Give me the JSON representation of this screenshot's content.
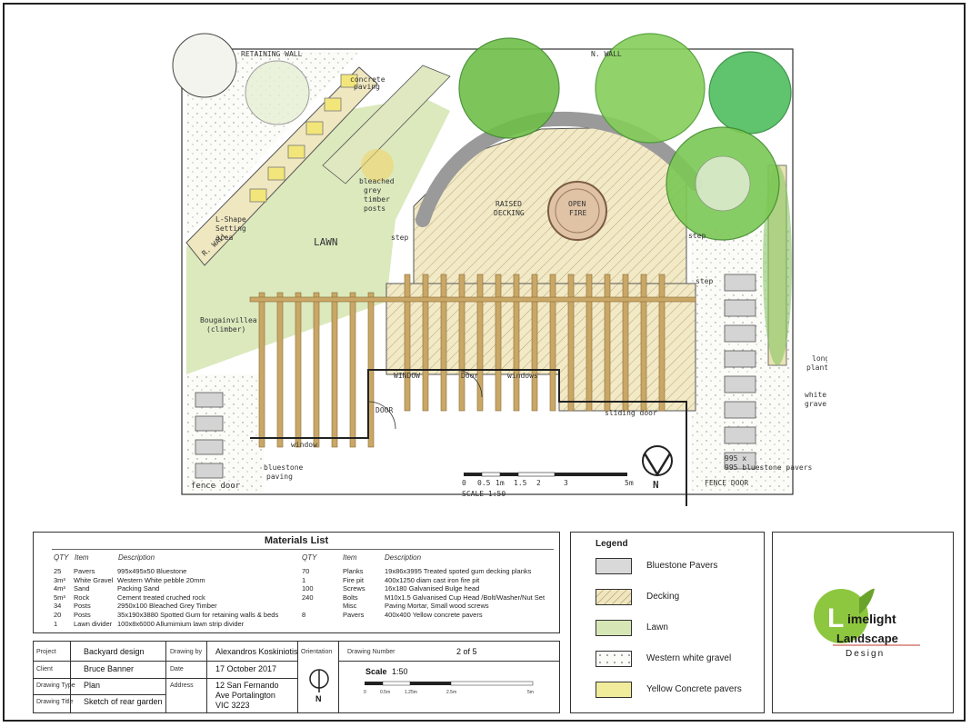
{
  "plan": {
    "labels": {
      "retaining_wall_top": "RETAINING WALL",
      "retaining_wall_diag": "R. WALL",
      "n_wall": "N. WALL",
      "lawn": "LAWN",
      "bleached": "bleached",
      "grey": "grey",
      "timber": "timber",
      "posts": "posts",
      "raised": "RAISED",
      "decking": "DECKING",
      "open": "OPEN",
      "fire": "FIRE",
      "step_left": "step",
      "step_right": "step",
      "step_right2": "step",
      "bougainvillea": "Bougainvillea",
      "climber": "(climber)",
      "window_left": "WINDOW",
      "door_mid": "Door",
      "windows": "windows",
      "door_low": "DOOR",
      "window_low": "window",
      "sliding_door": "sliding door",
      "bluestone": "bluestone",
      "paving": "paving",
      "fence_door_left": "fence door",
      "fence_door_right": "FENCE DOOR",
      "long_planter": "long",
      "planter_box": "planter box",
      "white_gravel_1": "white",
      "white_gravel_2": "gravel",
      "paver_size_1": "995 x",
      "paver_size_2": "995 bluestone pavers",
      "shade_1": "L-Shape",
      "shade_2": "Setting",
      "shade_3": "area",
      "concrete_pavers_1": "concrete",
      "concrete_pavers_2": "paving",
      "scale_ticks": [
        "0",
        "0.5",
        "1m",
        "1.5",
        "2",
        "3",
        "5m"
      ],
      "scale_label": "SCALE 1:50",
      "north": "N"
    }
  },
  "materials": {
    "title": "Materials List",
    "headers": {
      "qty": "QTY",
      "item": "Item",
      "desc": "Description"
    },
    "left": [
      {
        "qty": "25",
        "item": "Pavers",
        "desc": "995x495x50 Bluestone"
      },
      {
        "qty": "3m³",
        "item": "White Gravel",
        "desc": "Western White pebble 20mm"
      },
      {
        "qty": "4m³",
        "item": "Sand",
        "desc": "Packing Sand"
      },
      {
        "qty": "5m³",
        "item": "Rock",
        "desc": "Cement treated cruched rock"
      },
      {
        "qty": "34",
        "item": "Posts",
        "desc": "2950x100 Bleached Grey Timber"
      },
      {
        "qty": "20",
        "item": "Posts",
        "desc": "35x190x3880 Spotted Gum for retaining walls & beds"
      },
      {
        "qty": "1",
        "item": "Lawn divider",
        "desc": "100x8x6000 Allumimium lawn strip divider"
      }
    ],
    "right": [
      {
        "qty": "70",
        "item": "Planks",
        "desc": "19x86x3995  Treated spoted gum decking planks"
      },
      {
        "qty": "1",
        "item": "Fire pit",
        "desc": "400x1250 diam cast iron fire pit"
      },
      {
        "qty": "100",
        "item": "Screws",
        "desc": "16x180 Galvanised Bulge head"
      },
      {
        "qty": "240",
        "item": "Bolts",
        "desc": "M10x1.5 Galvanised Cup Head /Bolt/Washer/Nut Set"
      },
      {
        "qty": "",
        "item": "Misc",
        "desc": "Paving Mortar, Small wood screws"
      },
      {
        "qty": "8",
        "item": "Pavers",
        "desc": "400x400 Yellow concrete pavers"
      }
    ]
  },
  "titleblock": {
    "project_label": "Project",
    "project": "Backyard design",
    "client_label": "Client",
    "client": "Bruce Banner",
    "type_label": "Drawing Type",
    "type": "Plan",
    "title_label": "Drawing Title",
    "title": "Sketch of rear garden",
    "by_label": "Drawing by",
    "by": "Alexandros Koskiniotis",
    "date_label": "Date",
    "date": "17 October 2017",
    "address_label": "Address",
    "address_1": "12 San Fernando",
    "address_2": "Ave Portalington",
    "address_3": "VIC 3223",
    "orientation_label": "Orientation",
    "orientation_n": "N",
    "number_label": "Drawing Number",
    "number": "2 of 5",
    "scale_label": "Scale",
    "scale": "1:50",
    "scale_ticks": [
      "0",
      "0.5m",
      "1.25m",
      "2.5m",
      "5m"
    ]
  },
  "legend": {
    "title": "Legend",
    "items": [
      {
        "label": "Bluestone Pavers",
        "color": "#d9d9d9"
      },
      {
        "label": "Decking",
        "color": "#efe5bf"
      },
      {
        "label": "Lawn",
        "color": "#d6e6b4"
      },
      {
        "label": "Western white gravel",
        "color": "#fbfbf8"
      },
      {
        "label": "Yellow Concrete pavers",
        "color": "#f1ec9c"
      }
    ]
  },
  "logo": {
    "l": "L",
    "rest": "imelight",
    "line2": "Landscape",
    "line3": "Design",
    "accent": "#8dc63f"
  }
}
